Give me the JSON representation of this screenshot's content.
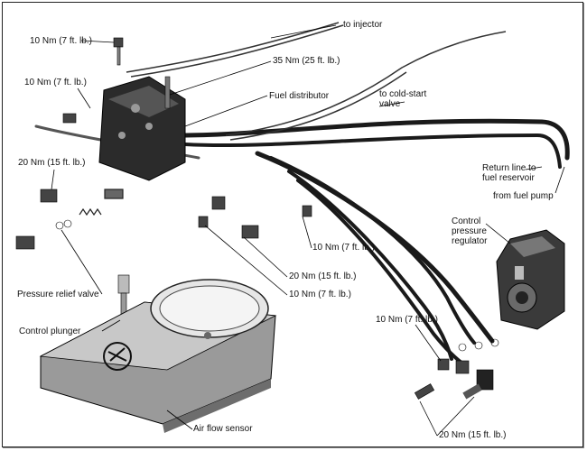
{
  "labels": {
    "to_injector": "to injector",
    "torque_top": "10 Nm (7 ft. lb.)",
    "torque_35": "35 Nm (25 ft. lb.)",
    "torque_left": "10 Nm (7 ft. lb.)",
    "fuel_distributor": "Fuel distributor",
    "to_cold_start_line1": "to cold-start",
    "to_cold_start_line2": "valve",
    "torque_20_left": "20 Nm (15 ft. lb.)",
    "return_line_line1": "Return line to",
    "return_line_line2": "fuel reservoir",
    "from_fuel_pump": "from fuel pump",
    "control_pressure_line1": "Control",
    "control_pressure_line2": "pressure",
    "control_pressure_line3": "regulator",
    "torque_10_mid": "10 Nm (7 ft. lb.)",
    "torque_20_mid": "20 Nm (15 ft. lb.)",
    "torque_10_low": "10 Nm (7 ft. lb.)",
    "pressure_relief_valve": "Pressure relief valve",
    "control_plunger": "Control plunger",
    "torque_10_right": "10 Nm (7 ft. lb.)",
    "air_flow_sensor": "Air flow sensor",
    "torque_20_bottom": "20 Nm (15 ft. lb.)"
  }
}
